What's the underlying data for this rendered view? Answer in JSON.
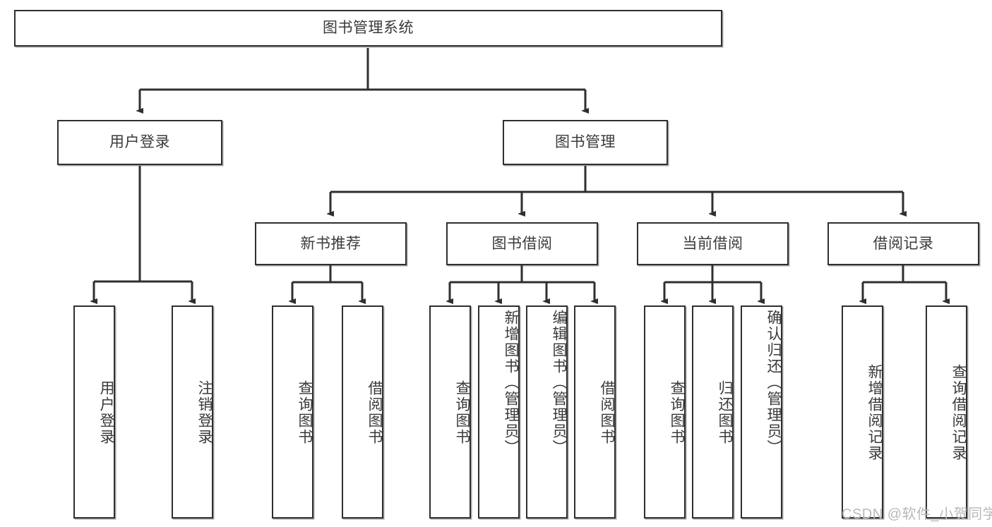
{
  "diagram": {
    "title": "图书管理系统",
    "type": "tree-hierarchy",
    "watermark": "CSDN @软件_小贺同学",
    "colors": {
      "box_border": "#2f2f2f",
      "box_fill": "#ffffff",
      "text": "#3a3a3a",
      "connector": "#2f2f2f",
      "watermark": "#b9b9b9"
    },
    "root": {
      "label": "图书管理系统"
    },
    "level2": [
      {
        "label": "用户登录"
      },
      {
        "label": "图书管理"
      }
    ],
    "level3": [
      {
        "label": "新书推荐"
      },
      {
        "label": "图书借阅"
      },
      {
        "label": "当前借阅"
      },
      {
        "label": "借阅记录"
      }
    ],
    "leaves": {
      "user_login": [
        {
          "label": "用户登录"
        },
        {
          "label": "注销登录"
        }
      ],
      "new_book_recommend": [
        {
          "label": "查询图书"
        },
        {
          "label": "借阅图书"
        }
      ],
      "book_borrow": [
        {
          "label": "查询图书"
        },
        {
          "label": "新增图书（管理员）"
        },
        {
          "label": "编辑图书（管理员）"
        },
        {
          "label": "借阅图书"
        }
      ],
      "current_borrow": [
        {
          "label": "查询图书"
        },
        {
          "label": "归还图书"
        },
        {
          "label": "确认归还（管理员）"
        }
      ],
      "borrow_record": [
        {
          "label": "新增借阅记录"
        },
        {
          "label": "查询借阅记录"
        }
      ]
    }
  }
}
